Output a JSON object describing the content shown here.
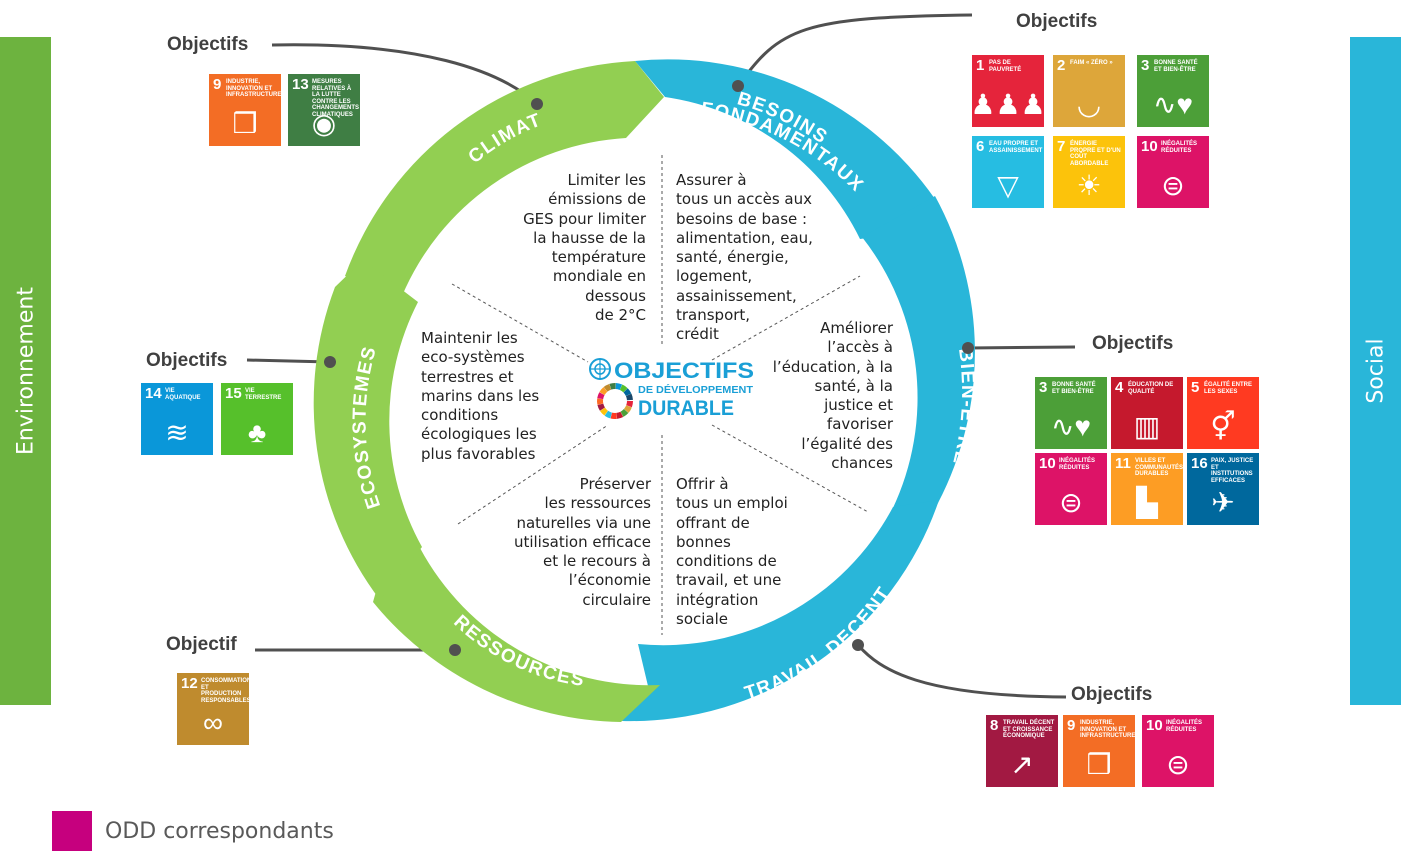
{
  "sidebars": {
    "left": "Environnement",
    "right": "Social"
  },
  "arrows": {
    "climat": "CLIMAT",
    "besoins_line1": "BESOINS",
    "besoins_line2": "FONDAMENTAUX",
    "bien_etre": "BIEN-ETRE",
    "travail": "TRAVAIL DECENT",
    "ressources": "RESSOURCES",
    "ecosystemes": "ECOSYSTEMES"
  },
  "colors": {
    "green": "#92cf52",
    "blue": "#29b6d9",
    "legend": "#c6007e"
  },
  "quadrants": {
    "climat": [
      "Limiter les",
      "émissions  de",
      "GES pour limiter",
      "la hausse de la",
      "température",
      "mondiale en",
      "dessous",
      "de 2°C"
    ],
    "besoins": [
      "Assurer à",
      "tous un accès aux",
      "besoins de base :",
      "alimentation, eau,",
      "santé, énergie,",
      "logement,",
      "assainissement,",
      "transport,",
      "crédit"
    ],
    "bien_etre": [
      "Améliorer",
      "l’accès à",
      "l’éducation, à la",
      "santé, à la",
      "justice et",
      "favoriser",
      "l’égalité des",
      "chances"
    ],
    "travail": [
      "Offrir  à",
      "tous un emploi",
      "offrant de",
      "bonnes",
      "conditions de",
      "travail, et une",
      "intégration",
      "sociale"
    ],
    "ressources": [
      "Préserver",
      "les ressources",
      "naturelles via une",
      "utilisation efficace",
      "et le recours à",
      "l’économie",
      "circulaire"
    ],
    "ecosystemes": [
      "Maintenir les",
      "eco-systèmes",
      "terrestres et",
      "marins dans les",
      "conditions",
      "écologiques les",
      "plus favorables"
    ]
  },
  "logo": {
    "line1": "OBJECTIFS",
    "line2": "DE DÉVELOPPEMENT",
    "line3": "DURABLE"
  },
  "objective_labels": {
    "climat": "Objectifs",
    "besoins": "Objectifs",
    "bien_etre": "Objectifs",
    "travail": "Objectifs",
    "ecosystemes": "Objectifs",
    "ressources": "Objectif"
  },
  "sdg_groups": {
    "climat": [
      {
        "num": "9",
        "title": "Industrie, innovation et infrastructure",
        "color": "#f36d25",
        "icon": "cubes-icon"
      },
      {
        "num": "13",
        "title": "Mesures relatives à la lutte contre les changements climatiques",
        "color": "#3f7e44",
        "icon": "eye-globe-icon"
      }
    ],
    "besoins": [
      {
        "num": "1",
        "title": "Pas de pauvreté",
        "color": "#e5243b",
        "icon": "family-icon"
      },
      {
        "num": "2",
        "title": "Faim « zéro »",
        "color": "#dda63a",
        "icon": "bowl-icon"
      },
      {
        "num": "3",
        "title": "Bonne santé et bien-être",
        "color": "#4c9f38",
        "icon": "heartbeat-icon"
      },
      {
        "num": "6",
        "title": "Eau propre et assainissement",
        "color": "#26bde2",
        "icon": "water-icon"
      },
      {
        "num": "7",
        "title": "Énergie propre et d'un coût abordable",
        "color": "#fcc30b",
        "icon": "sun-icon"
      },
      {
        "num": "10",
        "title": "Inégalités réduites",
        "color": "#dd1367",
        "icon": "equal-icon"
      }
    ],
    "bien_etre": [
      {
        "num": "3",
        "title": "Bonne santé et bien-être",
        "color": "#4c9f38",
        "icon": "heartbeat-icon"
      },
      {
        "num": "4",
        "title": "Éducation de qualité",
        "color": "#c5192d",
        "icon": "book-icon"
      },
      {
        "num": "5",
        "title": "Égalité entre les sexes",
        "color": "#ff3a21",
        "icon": "gender-icon"
      },
      {
        "num": "10",
        "title": "Inégalités réduites",
        "color": "#dd1367",
        "icon": "equal-icon"
      },
      {
        "num": "11",
        "title": "Villes et communautés durables",
        "color": "#fd9d24",
        "icon": "city-icon"
      },
      {
        "num": "16",
        "title": "Paix, justice et institutions efficaces",
        "color": "#00689d",
        "icon": "dove-icon"
      }
    ],
    "travail": [
      {
        "num": "8",
        "title": "Travail décent et croissance économique",
        "color": "#a21942",
        "icon": "growth-icon"
      },
      {
        "num": "9",
        "title": "Industrie, innovation et infrastructure",
        "color": "#f36d25",
        "icon": "cubes-icon"
      },
      {
        "num": "10",
        "title": "Inégalités réduites",
        "color": "#dd1367",
        "icon": "equal-icon"
      }
    ],
    "ecosystemes": [
      {
        "num": "14",
        "title": "Vie aquatique",
        "color": "#0a97d9",
        "icon": "fish-icon"
      },
      {
        "num": "15",
        "title": "Vie terrestre",
        "color": "#56c02b",
        "icon": "tree-icon"
      }
    ],
    "ressources": [
      {
        "num": "12",
        "title": "Consommation et production responsables",
        "color": "#bf8b2e",
        "icon": "infinity-icon"
      }
    ]
  },
  "legend": {
    "label": "ODD correspondants"
  }
}
